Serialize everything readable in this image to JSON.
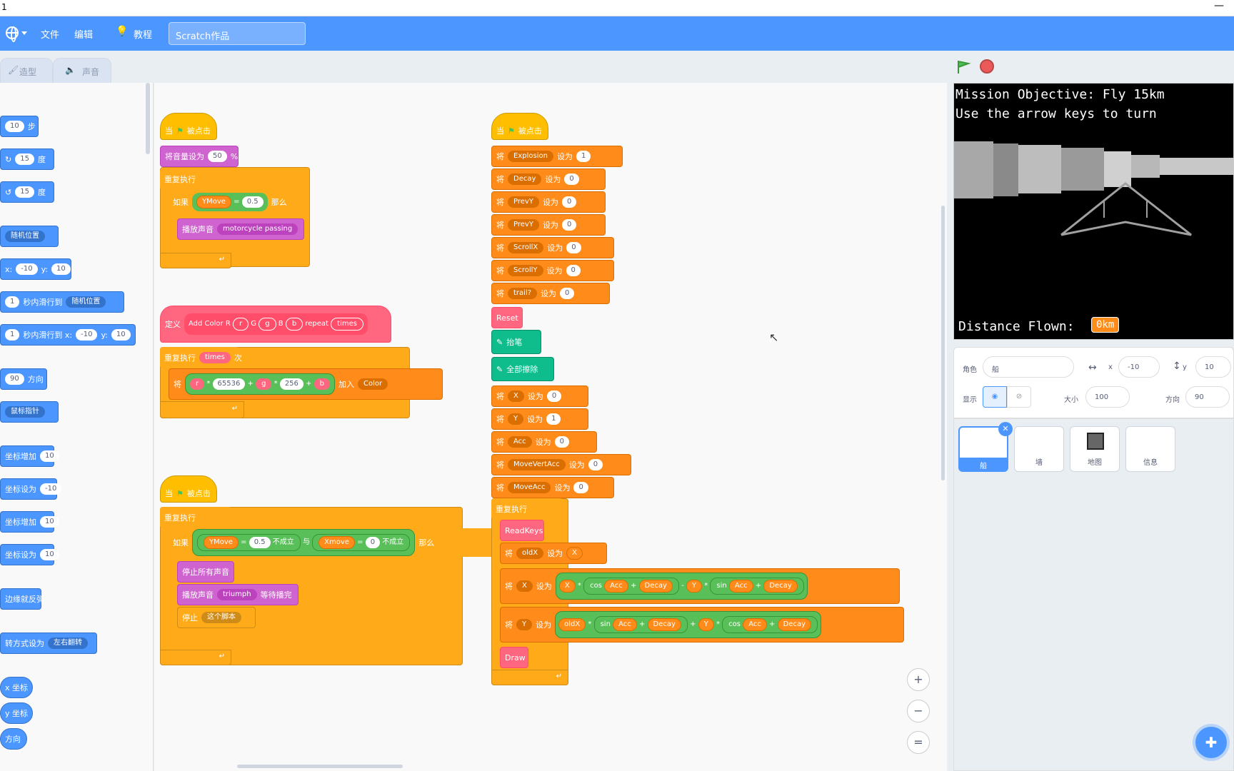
{
  "titlebar": {
    "num": "1",
    "min": "—"
  },
  "menu": {
    "file": "文件",
    "edit": "编辑",
    "tutorials": "教程",
    "project_title": "Scratch作品"
  },
  "tabs": {
    "costumes": "造型",
    "sounds": "声音"
  },
  "palette": {
    "move_steps": "步",
    "move_steps_v": "10",
    "turn_r": "度",
    "turn_r_v": "15",
    "turn_l": "度",
    "turn_l_v": "15",
    "goto_random": "随机位置",
    "goto_x_label": "x:",
    "goto_x_v": "-10",
    "goto_y_label": "y:",
    "goto_y_v": "10",
    "glide_sec": "1",
    "glide_to": "秒内滑行到",
    "glide_random": "随机位置",
    "glide2_sec": "1",
    "glide2_to": "秒内滑行到 x:",
    "glide2_x": "-10",
    "glide2_y_label": "y:",
    "glide2_y": "10",
    "dir_v": "90",
    "dir_label": "方向",
    "mouse_ptr": "鼠标指针",
    "cx_add": "坐标增加",
    "cx_add_v": "10",
    "cx_set": "坐标设为",
    "cx_set_v": "-10",
    "cy_add": "坐标增加",
    "cy_add_v": "10",
    "cy_set": "坐标设为",
    "cy_set_v": "10",
    "bounce": "边缘就反弹",
    "rot_style": "转方式设为",
    "rot_style_v": "左右翻转",
    "xpos": "x 坐标",
    "ypos": "y 坐标",
    "direction": "方向"
  },
  "scripts": {
    "when_flag": "当",
    "clicked": "被点击",
    "s1": {
      "set_vol": "将音量设为",
      "vol_v": "50",
      "pct": "%",
      "forever": "重复执行",
      "if": "如果",
      "ymove": "YMove",
      "eq": "=",
      "val": "0.5",
      "then": "那么",
      "play": "播放声音",
      "sound": "motorcycle passing"
    },
    "s2": {
      "define": "定义",
      "name": "Add Color R",
      "r": "r",
      "g_lbl": "G",
      "g": "g",
      "b_lbl": "B",
      "b": "b",
      "repeat": "repeat",
      "times": "times",
      "repeat_blk": "重复执行",
      "times_v": "times",
      "ci": "次",
      "set": "将",
      "mul": "*",
      "n1": "65536",
      "plus": "+",
      "n2": "256",
      "add_to": "加入",
      "color": "Color"
    },
    "s3": {
      "forever": "重复执行",
      "if": "如果",
      "ymove": "YMove",
      "val": "0.5",
      "not1": "不成立",
      "and": "与",
      "xmove": "Xmove",
      "zero": "0",
      "not2": "不成立",
      "then": "那么",
      "stop_all": "停止所有声音",
      "play_until": "播放声音",
      "triumph": "triumph",
      "until_done": "等待播完",
      "stop": "停止",
      "this_script": "这个脚本"
    },
    "s4": {
      "set": "将",
      "to": "设为",
      "vars": [
        {
          "name": "Explosion",
          "v": "1"
        },
        {
          "name": "Decay",
          "v": "0"
        },
        {
          "name": "PrevY",
          "v": "0"
        },
        {
          "name": "PrevY",
          "v": "0"
        },
        {
          "name": "ScrollX",
          "v": "0"
        },
        {
          "name": "ScrollY",
          "v": "0"
        },
        {
          "name": "trail?",
          "v": "0"
        }
      ],
      "reset": "Reset",
      "pen_up": "抬笔",
      "clear": "全部擦除",
      "vars2": [
        {
          "name": "X",
          "v": "0"
        },
        {
          "name": "Y",
          "v": "1"
        },
        {
          "name": "Acc",
          "v": "0"
        },
        {
          "name": "MoveVertAcc",
          "v": "0"
        },
        {
          "name": "MoveAcc",
          "v": "0"
        }
      ],
      "forever": "重复执行",
      "readkeys": "ReadKeys",
      "oldx": "oldX",
      "xvar": "X",
      "xset_lbl": "X",
      "yset_lbl": "Y",
      "cos": "cos",
      "sin": "sin",
      "acc": "Acc",
      "decay": "Decay",
      "minus": "-",
      "mul": "*",
      "plus": "+",
      "draw": "Draw"
    }
  },
  "stage": {
    "line1": "Mission Objective: Fly 15km",
    "line2": "Use the arrow keys to turn",
    "dist_label": "Distance Flown:",
    "dist_value": "0km"
  },
  "sprite_info": {
    "sprite_label": "角色",
    "sprite_name": "船",
    "x_label": "x",
    "x_v": "-10",
    "y_label": "y",
    "y_v": "10",
    "show_label": "显示",
    "size_label": "大小",
    "size_v": "100",
    "dir_label": "方向",
    "dir_v": "90"
  },
  "sprites": [
    {
      "name": "船"
    },
    {
      "name": "墙"
    },
    {
      "name": "地图"
    },
    {
      "name": "信息"
    }
  ],
  "zoom": {
    "in": "+",
    "out": "−",
    "reset": "="
  }
}
